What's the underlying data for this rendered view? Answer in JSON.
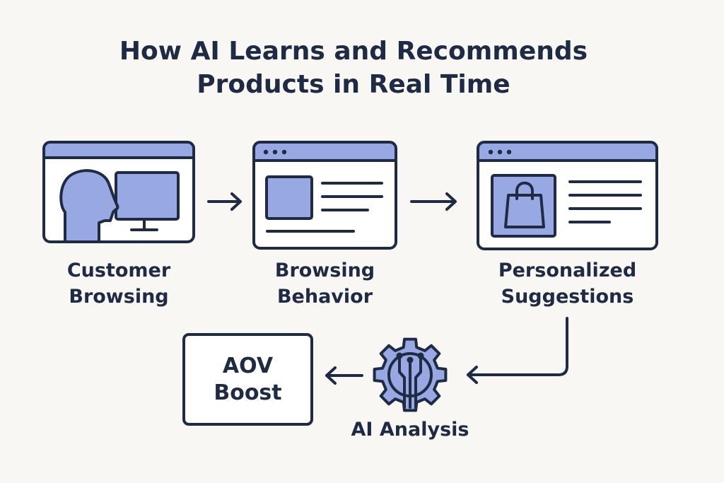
{
  "title": {
    "line1": "How AI Learns and Recommends",
    "line2": "Products in Real Time"
  },
  "steps": [
    {
      "line1": "Customer",
      "line2": "Browsing",
      "icon": "person-at-monitor-icon"
    },
    {
      "line1": "Browsing",
      "line2": "Behavior",
      "icon": "webpage-content-icon"
    },
    {
      "line1": "Personalized",
      "line2": "Suggestions",
      "icon": "shopping-bag-icon"
    },
    {
      "line1": "AI Analysis",
      "icon": "ai-gear-circuit-icon"
    },
    {
      "line1": "AOV",
      "line2": "Boost"
    }
  ],
  "colors": {
    "accent": "#98a8e3",
    "outline": "#1f2a44",
    "background": "#f8f7f3"
  }
}
